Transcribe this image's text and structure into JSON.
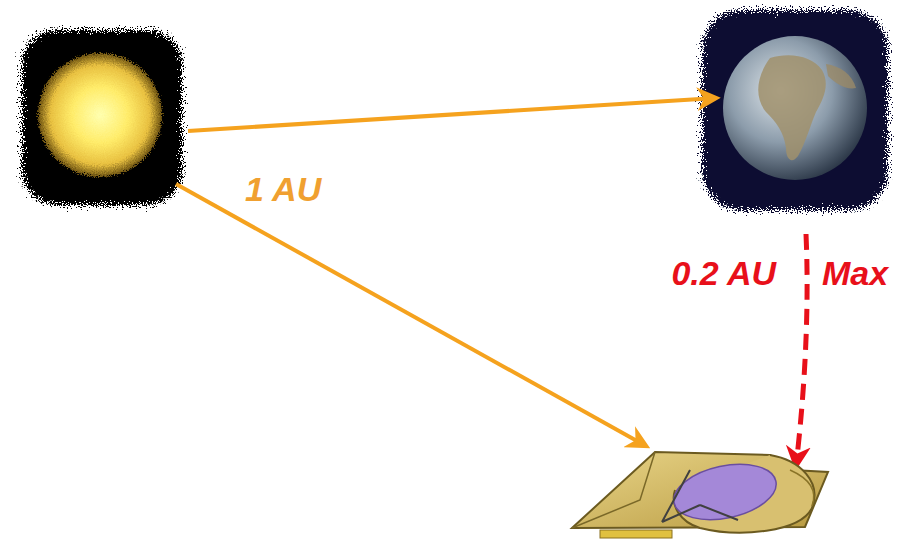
{
  "diagram": {
    "labels": [
      "1 AU",
      "0.2 AU",
      "Max"
    ]
  }
}
